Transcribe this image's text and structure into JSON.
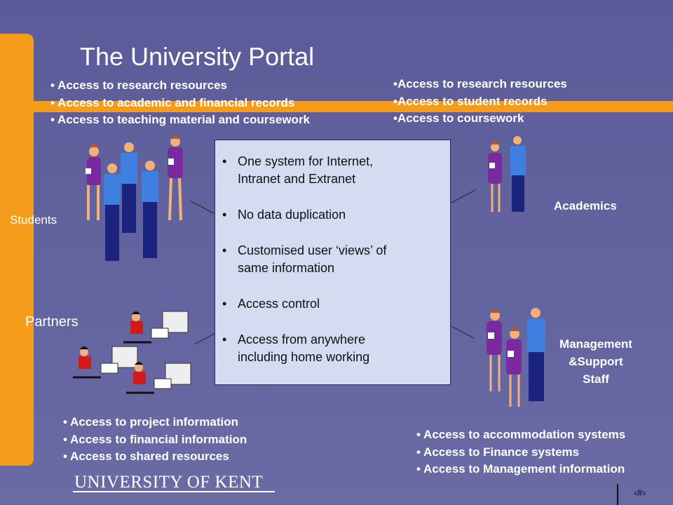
{
  "slide": {
    "title": "The University Portal",
    "colors": {
      "background": "#5b5c9b",
      "accent": "#f59c1a",
      "box": "#d4dcf2"
    }
  },
  "students": {
    "label": "Students",
    "items": [
      "Access to research resources",
      "Access to academic and financial records",
      "Access to teaching material and coursework"
    ]
  },
  "academics": {
    "label": "Academics",
    "items": [
      "Access to research resources",
      "Access to student records",
      "Access to coursework"
    ]
  },
  "partners": {
    "label": "Partners",
    "items": [
      "Access to project information",
      "Access to financial information",
      "Access to shared resources"
    ]
  },
  "management": {
    "label_line1": "Management",
    "label_line2": "&Support",
    "label_line3": "Staff",
    "items": [
      "Access to accommodation systems",
      "Access to Finance systems",
      "Access to Management information"
    ]
  },
  "center": {
    "items": [
      [
        "One system for Internet,",
        "Intranet and Extranet"
      ],
      [
        "No data duplication"
      ],
      [
        "Customised user ‘views’ of",
        "same information"
      ],
      [
        "Access control"
      ],
      [
        "Access from anywhere",
        "including home working"
      ]
    ]
  },
  "footer": {
    "logo": "UNIVERSITY OF KENT",
    "page_number": "‹#›"
  }
}
